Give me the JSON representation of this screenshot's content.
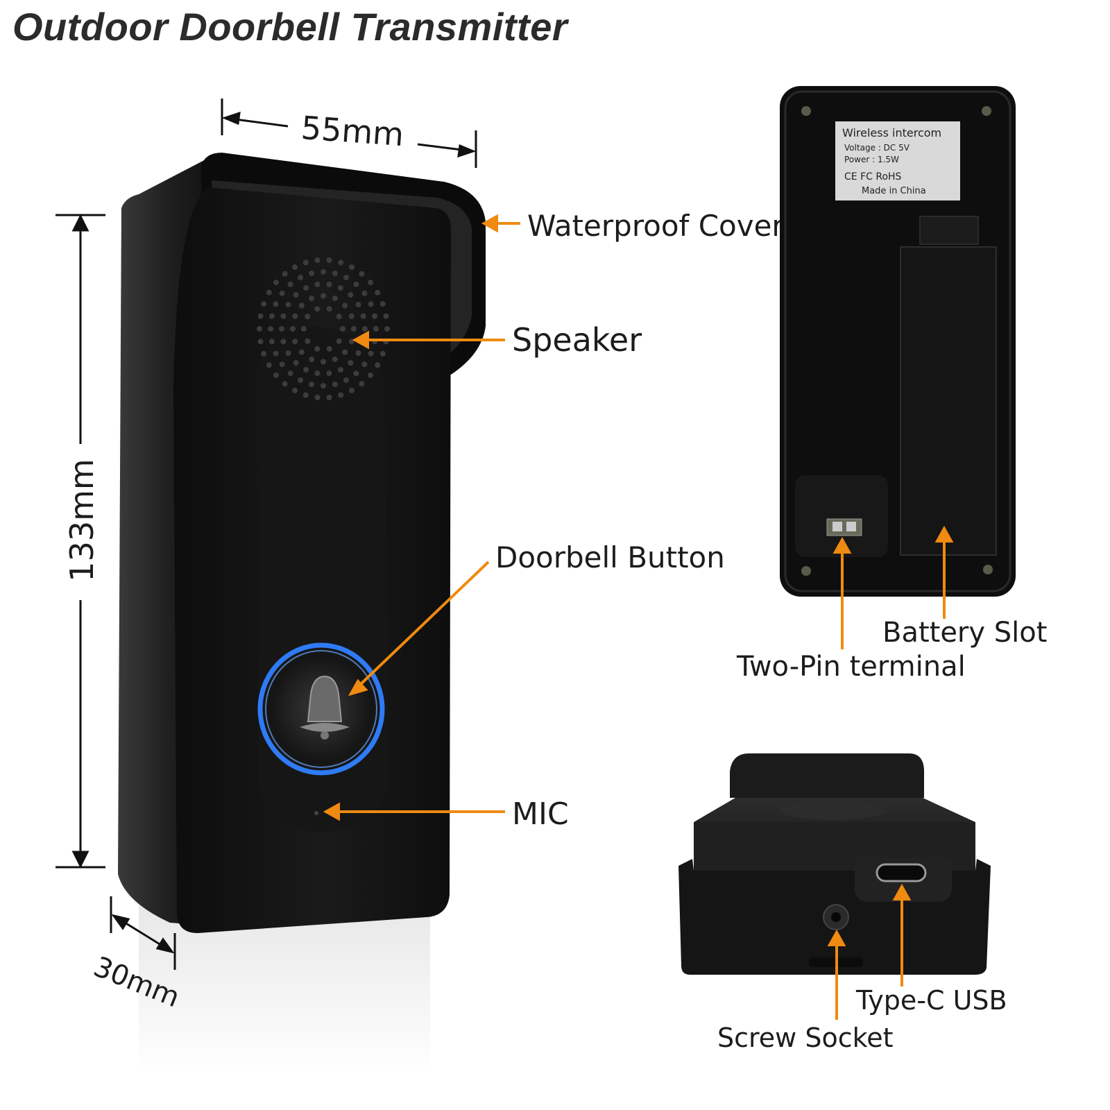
{
  "title": "Outdoor Doorbell Transmitter",
  "accent_color": "#f08a10",
  "ring_color": "#2f7bf5",
  "dimensions": {
    "width": "55mm",
    "height": "133mm",
    "depth": "30mm"
  },
  "front_labels": {
    "waterproof_cover": "Waterproof Cover",
    "speaker": "Speaker",
    "doorbell_button": "Doorbell Button",
    "mic": "MIC"
  },
  "back_labels": {
    "battery_slot": "Battery Slot",
    "two_pin_terminal": "Two-Pin terminal"
  },
  "bottom_labels": {
    "type_c_usb": "Type-C USB",
    "screw_socket": "Screw Socket"
  },
  "sticker": {
    "line1": "Wireless intercom",
    "line2": "Voltage : DC 5V",
    "line3": "Power  : 1.5W",
    "marks": "CE  FC  RoHS",
    "line5": "Made in China"
  }
}
